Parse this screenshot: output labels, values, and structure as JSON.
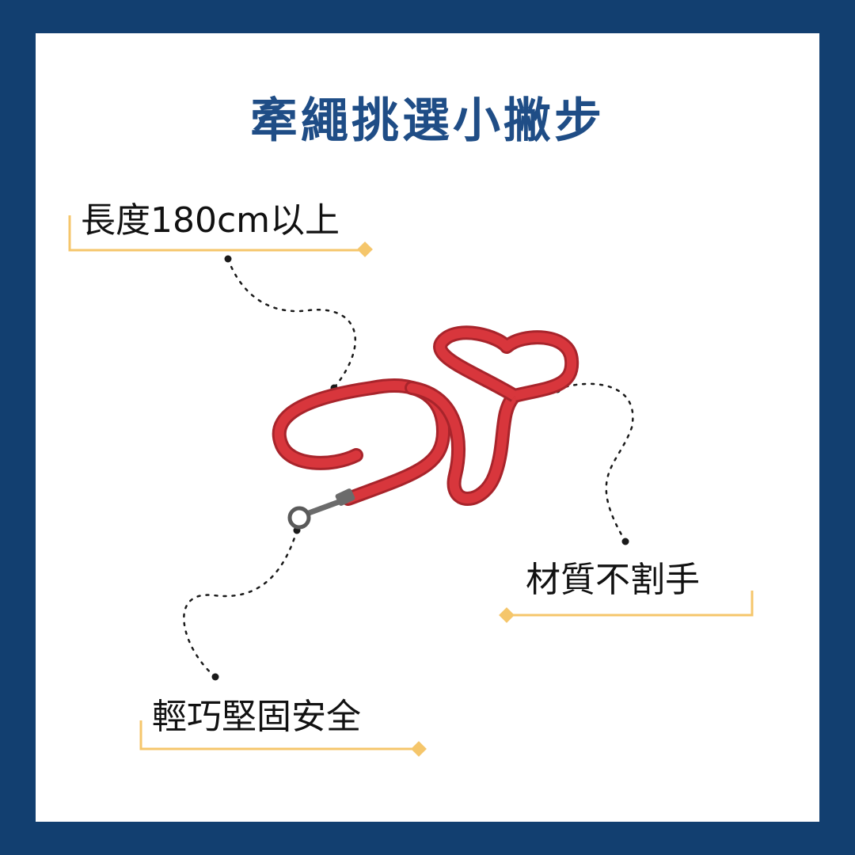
{
  "title": "牽繩挑選小撇步",
  "callouts": {
    "length": "長度180cm以上",
    "material": "材質不割手",
    "weight": "輕巧堅固安全"
  },
  "colors": {
    "frame": "#123f70",
    "background": "#ffffff",
    "title": "#1f4d86",
    "accent": "#f5c66b",
    "leash": "#d8363c",
    "leash_shadow": "#a8242b",
    "clip": "#6b6b6b",
    "dotted_line": "#1a1a1a"
  },
  "image": {
    "subject": "red nylon dog leash with metal snap clip",
    "icon": "leash-image"
  }
}
